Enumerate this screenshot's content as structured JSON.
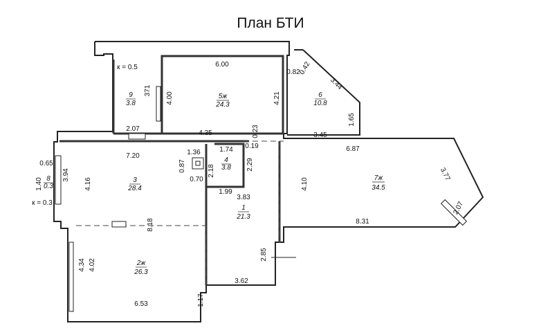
{
  "title": "План БТИ",
  "rooms": [
    {
      "id": "r9",
      "number": "9",
      "area": "3.8"
    },
    {
      "id": "r5",
      "number": "5ж",
      "area": "24.3"
    },
    {
      "id": "r6",
      "number": "6",
      "area": "10.8"
    },
    {
      "id": "r3",
      "number": "3",
      "area": "28.4"
    },
    {
      "id": "r4",
      "number": "4",
      "area": "3.8"
    },
    {
      "id": "r7",
      "number": "7ж",
      "area": "34.5"
    },
    {
      "id": "r1",
      "number": "1",
      "area": "21.3"
    },
    {
      "id": "r8",
      "number": "8",
      "area": "0.3"
    },
    {
      "id": "r2",
      "number": "2ж",
      "area": "26.3"
    }
  ],
  "dimensions": {
    "d_6_00": "6.00",
    "d_3_71": "371",
    "d_4_00": "4.00",
    "d_4_21": "4.21",
    "d_0_82": "0.82",
    "d_0_42": "0.42",
    "d_3_44": "3.44",
    "d_1_65": "1.65",
    "d_2_07a": "2.07",
    "d_4_35": "4.35",
    "d_0_23": "0.23",
    "d_3_45": "3.45",
    "d_0_19": "0.19",
    "d_7_20": "7.20",
    "d_1_36": "1.36",
    "d_1_74": "1.74",
    "d_0_87": "0.87",
    "d_0_70": "0.70",
    "d_2_18": "2.18",
    "d_2_29": "2.29",
    "d_6_87": "6.87",
    "d_3_77": "3.77",
    "d_0_65": "0.65",
    "d_3_94": "3.94",
    "d_4_16": "4.16",
    "d_1_40": "1.40",
    "d_1_99": "1.99",
    "d_3_83": "3.83",
    "d_4_10": "4.10",
    "d_2_07b": "2.07",
    "d_8_31": "8.31",
    "d_8_18": "8.18",
    "d_4_34": "4.34",
    "d_4_02": "4.02",
    "d_2_85": "2.85",
    "d_3_62": "3.62",
    "d_6_53": "6.53",
    "d_1_17": "1.17"
  },
  "coefficients": {
    "k_05": "к = 0.5",
    "k_03": "к = 0.3"
  }
}
